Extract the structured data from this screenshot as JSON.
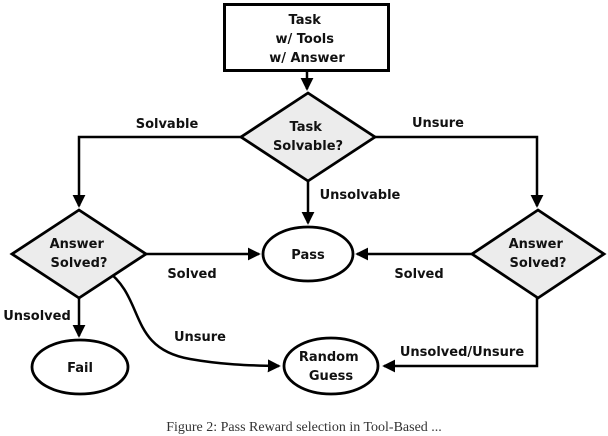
{
  "figure": {
    "nodes": {
      "task_box": {
        "line1": "Task",
        "line2": "w/ Tools",
        "line3": "w/ Answer"
      },
      "task_solvable": {
        "line1": "Task",
        "line2": "Solvable?"
      },
      "answer_solved_left": {
        "line1": "Answer",
        "line2": "Solved?"
      },
      "answer_solved_right": {
        "line1": "Answer",
        "line2": "Solved?"
      },
      "pass": {
        "label": "Pass"
      },
      "fail": {
        "label": "Fail"
      },
      "random_guess": {
        "line1": "Random",
        "line2": "Guess"
      }
    },
    "edge_labels": {
      "solvable": "Solvable",
      "unsure_top": "Unsure",
      "unsolvable": "Unsolvable",
      "solved_left": "Solved",
      "solved_right": "Solved",
      "unsolved": "Unsolved",
      "unsure_curve": "Unsure",
      "unsolved_unsure": "Unsolved/Unsure"
    },
    "caption": "Figure 2: Pass Reward selection in Tool-Based ...",
    "colors": {
      "background": "#ffffff",
      "stroke": "#000000",
      "diamond_fill": "#ececec",
      "ellipse_fill": "#ffffff",
      "box_fill": "#ffffff"
    }
  }
}
